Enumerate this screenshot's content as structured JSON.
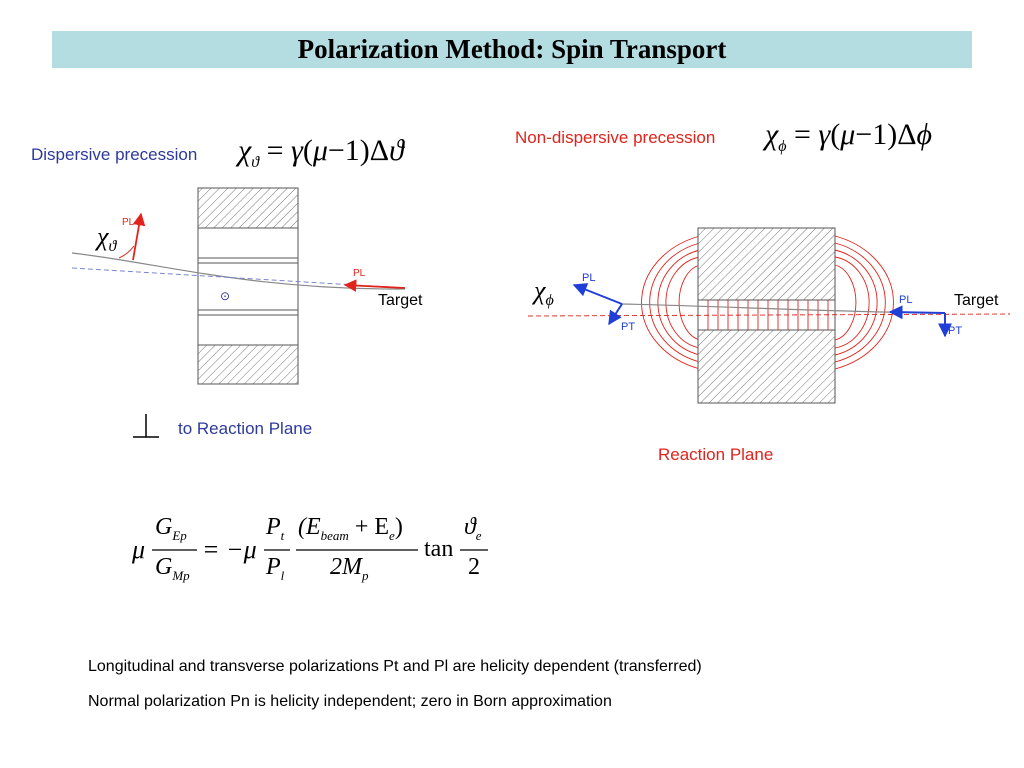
{
  "title": "Polarization Method: Spin Transport",
  "left_panel": {
    "label": "Dispersive precession",
    "eq_lhs": "χ",
    "eq_lhs_sub": "ϑ",
    "eq_rhs_a": "γ",
    "eq_rhs_b": "μ",
    "eq_rhs_c": "ϑ",
    "diagram_chi": "χ",
    "diagram_chi_sub": "ϑ",
    "pl_top": "PL",
    "pl_beam": "PL",
    "target": "Target",
    "perp_symbol": "⊥",
    "perp_label": "to Reaction Plane",
    "odot": "⊙"
  },
  "right_panel": {
    "label": "Non-dispersive precession",
    "eq_lhs": "χ",
    "eq_lhs_sub": "ϕ",
    "eq_rhs_a": "γ",
    "eq_rhs_b": "μ",
    "eq_rhs_c": "ϕ",
    "diagram_chi": "χ",
    "diagram_chi_sub": "ϕ",
    "pl_left": "PL",
    "pt_left": "PT",
    "pl_right": "PL",
    "pt_right": "PT",
    "target": "Target",
    "plane_label": "Reaction Plane"
  },
  "formula": {
    "mu": "μ",
    "g_ep": "G",
    "g_ep_sub": "Ep",
    "g_mp": "G",
    "g_mp_sub": "Mp",
    "neg_mu": "= −μ",
    "pt": "P",
    "pt_sub": "t",
    "pl": "P",
    "pl_sub": "l",
    "num_e": "(E",
    "num_e_sub": "beam",
    "num_plus": "+ E",
    "num_e2_sub": "e",
    "num_close": ")",
    "den_2m": "2M",
    "den_sub": "p",
    "tan": "tan",
    "theta": "ϑ",
    "theta_sub": "e",
    "two": "2"
  },
  "bullets": [
    "Longitudinal and transverse polarizations Pt and Pl are helicity dependent (transferred)",
    "Normal polarization Pn is helicity independent; zero in Born approximation"
  ],
  "colors": {
    "title_bg": "#b4dde1",
    "blue_label": "#2e3a9a",
    "red_label": "#e0231c",
    "arrow_red": "#e0231c",
    "arrow_blue": "#1f3fd6"
  }
}
